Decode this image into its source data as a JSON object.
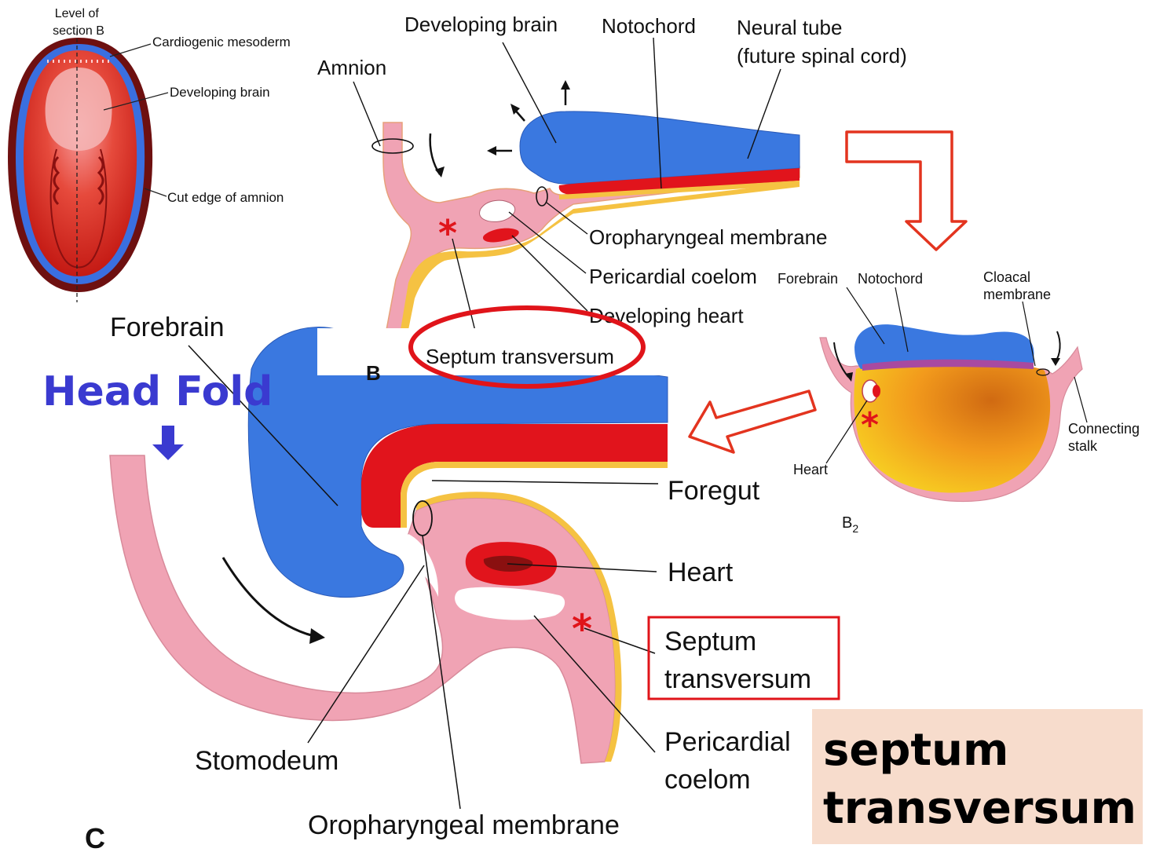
{
  "colors": {
    "brain_blue": "#3a78e0",
    "tissue_pink": "#f0a3b4",
    "notochord_red": "#e1141c",
    "yolk_orange": "#f5b020",
    "highlight_red": "#e0141a",
    "head_fold_blue": "#3a3ad0",
    "answer_box_bg": "#f7dccc"
  },
  "panel_a": {
    "level_of_section": "Level of\nsection B",
    "cardiogenic_mesoderm": "Cardiogenic mesoderm",
    "developing_brain": "Developing brain",
    "cut_edge_amnion": "Cut edge of amnion"
  },
  "panel_b": {
    "letter": "B",
    "developing_brain": "Developing brain",
    "notochord": "Notochord",
    "neural_tube": "Neural tube",
    "neural_tube_sub": "(future spinal cord)",
    "amnion": "Amnion",
    "oropharyngeal_membrane": "Oropharyngeal membrane",
    "pericardial_coelom": "Pericardial coelom",
    "developing_heart": "Developing heart",
    "septum_transversum": "Septum transversum"
  },
  "panel_b2": {
    "letter": "B",
    "subscript": "2",
    "forebrain": "Forebrain",
    "notochord": "Notochord",
    "cloacal_membrane": "Cloacal\nmembrane",
    "connecting_stalk": "Connecting\nstalk",
    "heart": "Heart"
  },
  "panel_c": {
    "letter": "C",
    "forebrain": "Forebrain",
    "head_fold": "Head Fold",
    "head_fold_arrow": "↓",
    "foregut": "Foregut",
    "heart": "Heart",
    "septum_transversum": "Septum\ntransversum",
    "pericardial_coelom": "Pericardial\ncoelom",
    "stomodeum": "Stomodeum",
    "oropharyngeal_membrane": "Oropharyngeal membrane"
  },
  "answer_box": {
    "line1": "septum",
    "line2": "transversum"
  }
}
